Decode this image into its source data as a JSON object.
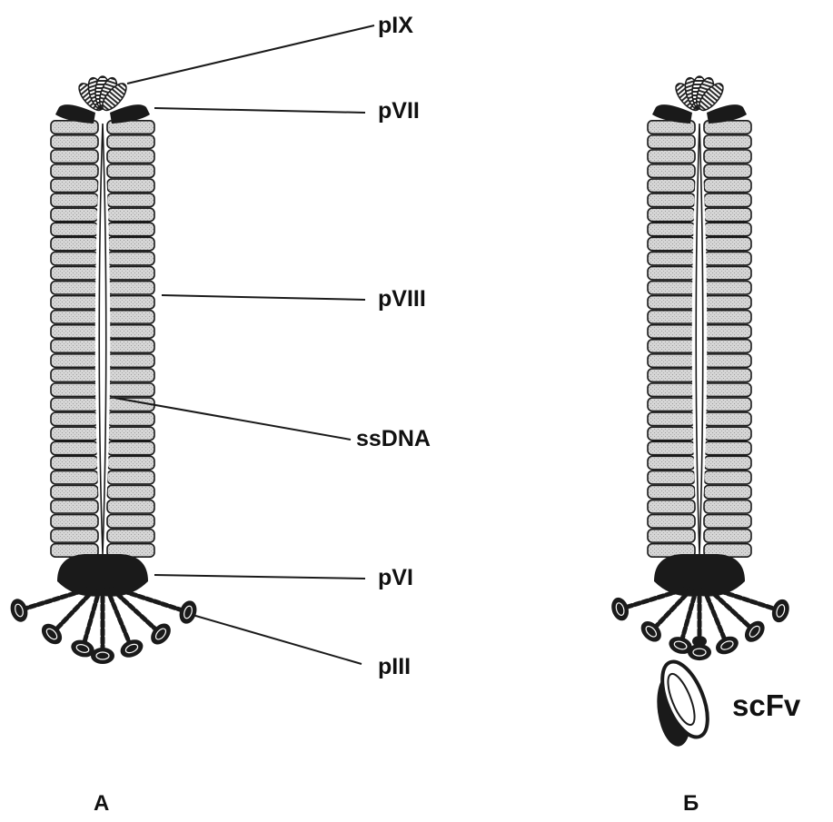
{
  "labels": {
    "pIX": "pIX",
    "pVII": "pVII",
    "pVIII": "pVIII",
    "ssDNA": "ssDNA",
    "pVI": "pVI",
    "pIII": "pIII",
    "scFv": "scFv"
  },
  "panels": {
    "a": "A",
    "b": "Б"
  },
  "colors": {
    "ink": "#1a1a1a",
    "coat_fill": "#d2d2d2",
    "background": "#ffffff"
  }
}
